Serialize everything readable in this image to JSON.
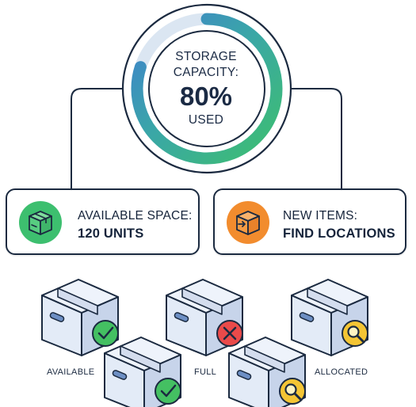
{
  "gauge": {
    "line1": "STORAGE",
    "line2": "CAPACITY:",
    "value_text": "80%",
    "line4": "USED",
    "percent_used": 80
  },
  "cards": [
    {
      "line1": "AVAILABLE SPACE:",
      "line2": "120 UNITS",
      "icon": "open-box-icon",
      "color": "#3dbf6f"
    },
    {
      "line1": "NEW ITEMS:",
      "line2": "FIND LOCATIONS",
      "icon": "box-arrow-icon",
      "color": "#f28c2e"
    }
  ],
  "boxes": [
    {
      "label": "AVAILABLE",
      "status": "check",
      "badge_color": "#44c062"
    },
    {
      "label": "FULL",
      "status": "x",
      "badge_color": "#ea4a4a"
    },
    {
      "label": "ALLOCATED",
      "status": "search",
      "badge_color": "#f4c534"
    }
  ],
  "colors": {
    "outline": "#1b2a40",
    "box_fill": "#dbe4f3",
    "gauge_track": "#dbe6f2",
    "gauge_green": "#3dbf6f",
    "gauge_blue": "#3f7fcf"
  }
}
